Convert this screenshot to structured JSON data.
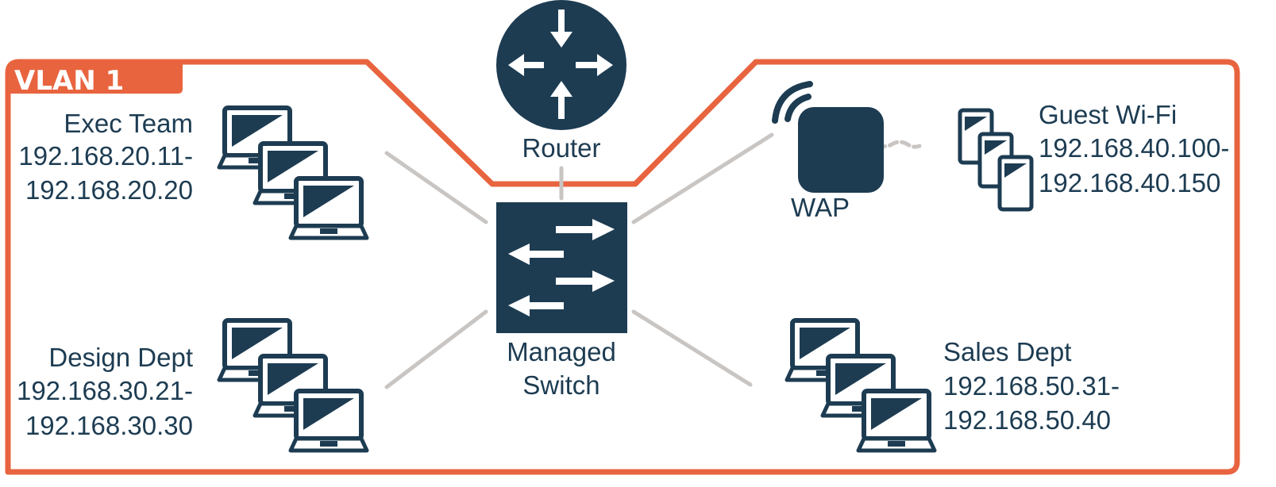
{
  "colors": {
    "vlan_border": "#e8643f",
    "device": "#1d3c52",
    "link": "#c9c5c3"
  },
  "vlan": {
    "label": "VLAN 1"
  },
  "router": {
    "label": "Router",
    "icon": "router-icon"
  },
  "switch": {
    "label_line1": "Managed",
    "label_line2": "Switch",
    "icon": "switch-icon"
  },
  "wap": {
    "label": "WAP",
    "icon": "wireless-access-point-icon"
  },
  "groups": {
    "exec": {
      "name": "Exec Team",
      "range_start": "192.168.20.11-",
      "range_end": "192.168.20.20",
      "icon": "laptop-icon"
    },
    "design": {
      "name": "Design Dept",
      "range_start": "192.168.30.21-",
      "range_end": "192.168.30.30",
      "icon": "laptop-icon"
    },
    "guest": {
      "name": "Guest Wi-Fi",
      "range_start": "192.168.40.100-",
      "range_end": "192.168.40.150",
      "icon": "phone-icon"
    },
    "sales": {
      "name": "Sales Dept",
      "range_start": "192.168.50.31-",
      "range_end": "192.168.50.40",
      "icon": "laptop-icon"
    }
  }
}
